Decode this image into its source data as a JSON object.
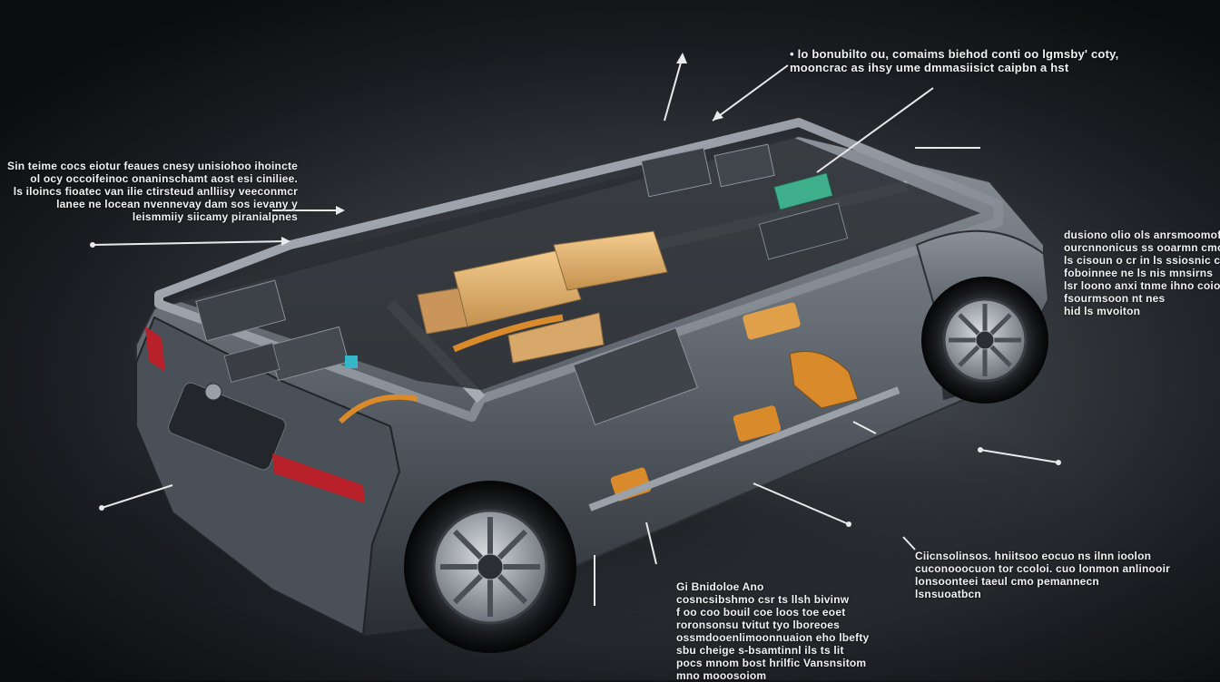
{
  "colors": {
    "background_center": "#5a6068",
    "background_edge": "#0b0c0e",
    "body_paint": "#5f666e",
    "chassis_frame": "#8c939b",
    "battery_module": "#e8b878",
    "motor_orange": "#d98a2a",
    "circuit_green": "#3fae8a",
    "tail_light": "#b8202a",
    "label_text": "#f2f2f2"
  },
  "callouts": {
    "top": {
      "lines": [
        "• lo bonubilto ou, comaims biehod conti oo lgmsby' coty,",
        "mooncrac as ihsy ume dmmasiisict caipbn a hst"
      ]
    },
    "left": {
      "lines": [
        "Sin teime cocs eiotur feaues cnesy unisiohoo ihoincte",
        "ol ocy occoifeinoc onaninschamt aost esi ciniliee.",
        "ls iloincs fioatec van ilie ctirsteud anlliisy veeconmcr",
        "lanee ne locean nvennevay dam sos ievany y",
        "leismmiiy siicamy piranialpnes"
      ]
    },
    "right": {
      "lines": [
        "dusiono olio ols anrsmoomof",
        "ourcnnonicus ss ooarmn cmoos u",
        "ls cisoun o cr in ls ssiosnic ccs",
        "foboinnee ne ls nis mnsirns",
        "lsr loono anxi tnme ihno coiou",
        "fsourmsoon nt nes",
        "hid ls mvoiton"
      ]
    },
    "bottom_right": {
      "lines": [
        "Ciicnsolinsos. hniitsoo  eocuo ns ilnn ioolon",
        "cuconooocuon tor ccoloi. cuo lonmon anlinooir",
        "lonsoonteei taeul cmo pemannecn",
        "lsnsuoatbcn"
      ]
    },
    "bottom_center": {
      "lines": [
        "Gi Bnidoloe Ano",
        "cosncsibshmo csr ts llsh bivinw",
        "f oo coo bouil coe loos toe eoet",
        "roronsonsu tvitut tyo lboreoes",
        "ossmdooenlimoonnuaion eho lbefty",
        "sbu cheige s-bsamtinnl ils ts lit",
        "pocs mnom bost hrilfic Vansnsitom",
        "mno mooosoiom"
      ]
    }
  },
  "icons": [
    "cutaway-car-illustration",
    "arrow-callout-icon"
  ]
}
